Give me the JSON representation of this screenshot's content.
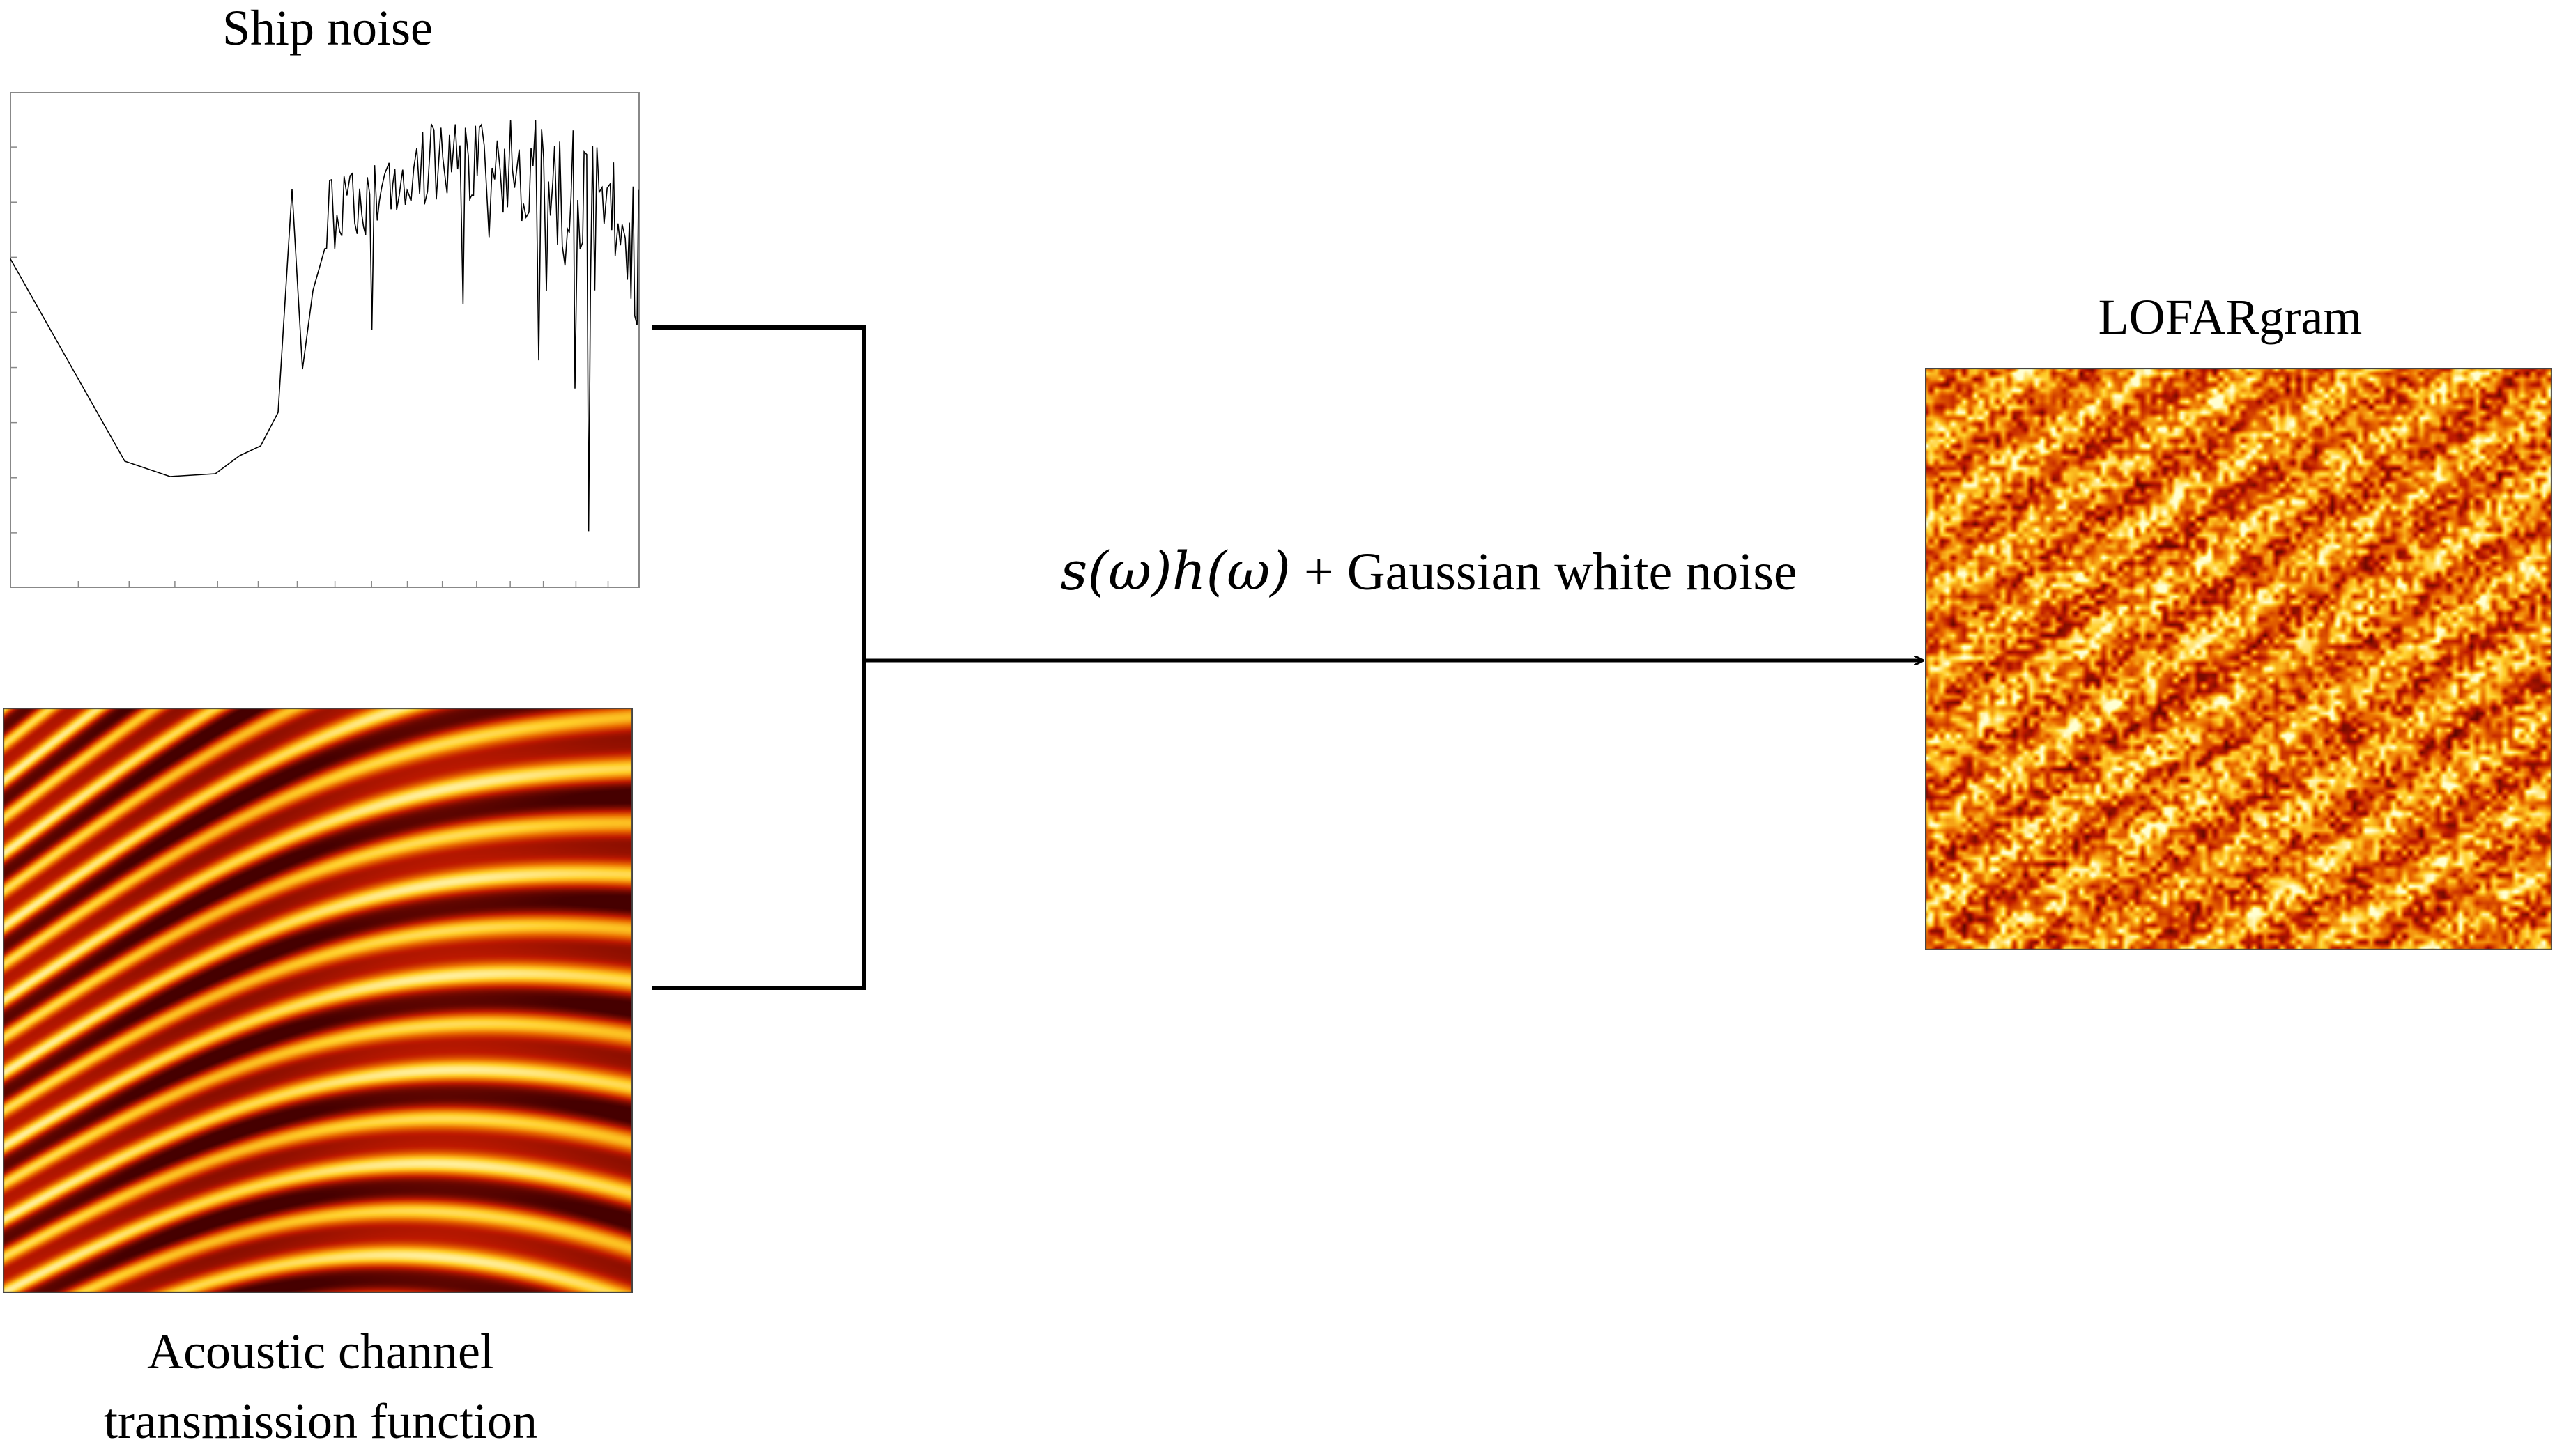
{
  "labels": {
    "ship_noise": "Ship noise",
    "lofargram": "LOFARgram",
    "channel_line1": "Acoustic channel",
    "channel_line2": "transmission function",
    "formula_math": "s(ω)h(ω)",
    "formula_text": " + Gaussian white noise"
  },
  "colors": {
    "line": "#000000",
    "heat_dark": "#5a0000",
    "heat_red": "#c81e00",
    "heat_orange": "#f07800",
    "heat_yellow": "#ffe040",
    "heat_white": "#ffffd8"
  }
}
